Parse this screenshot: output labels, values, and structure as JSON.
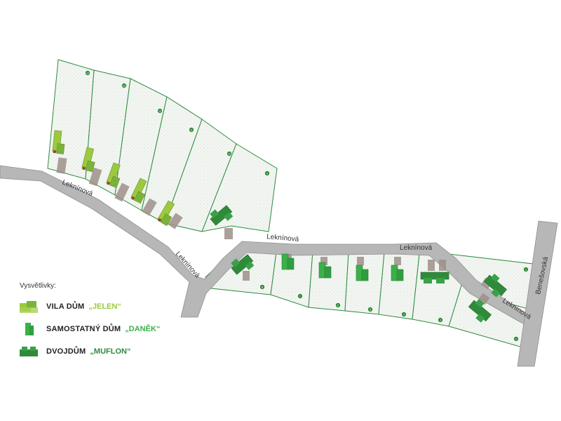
{
  "colors": {
    "jelen": "#9cc93f",
    "danek": "#3cb04a",
    "muflon": "#2f8b3a",
    "plot_border": "#2e8b3e",
    "road": "#b7b7b7"
  },
  "streets": {
    "leknínová_1": "Leknínová",
    "leknínová_2": "Leknínová",
    "leknínová_3": "Leknínová",
    "leknínová_4": "Leknínová",
    "leknínová_5": "Leknínová",
    "benesovska": "Benešovská"
  },
  "lots": {
    "l1": "1",
    "l2": "2",
    "l3": "3",
    "l4": "4",
    "l5": "5",
    "l6": "6",
    "l7": "7",
    "l8": "8",
    "l9": "9",
    "l10": "10",
    "l11": "11",
    "l12": "12",
    "l13": "13",
    "l14": "14"
  },
  "legend": {
    "title": "Vysvětlivky:",
    "items": [
      {
        "prefix": "VILA DŮM",
        "name": "„JELEN“",
        "icon": "house-jelen-icon"
      },
      {
        "prefix": "SAMOSTATNÝ DŮM",
        "name": "„DANĚK“",
        "icon": "house-danek-icon"
      },
      {
        "prefix": "DVOJDŮM",
        "name": "„MUFLON“",
        "icon": "house-muflon-icon"
      }
    ]
  }
}
